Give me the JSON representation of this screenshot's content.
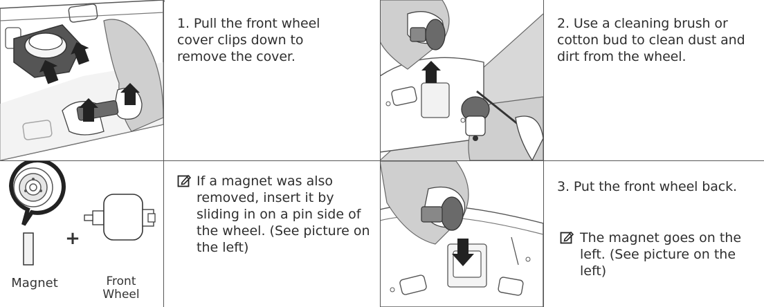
{
  "steps": [
    {
      "number": "1.",
      "text": "Pull the front wheel cover clips down to remove the cover."
    },
    {
      "number": "2.",
      "text": "Use a cleaning brush or cotton bud to clean dust and dirt from the wheel."
    },
    {
      "number": "3.",
      "text": "Put the front wheel back."
    }
  ],
  "notes": [
    {
      "icon": "note-pencil-icon",
      "text": "If a magnet was also removed, insert it by sliding in on a pin side of the wheel. (See picture on the left)"
    },
    {
      "icon": "note-pencil-icon",
      "text": "The magnet goes on the left. (See picture on the left)"
    }
  ],
  "diagram_labels": {
    "magnet": "Magnet",
    "front_wheel_line1": "Front",
    "front_wheel_line2": "Wheel",
    "plus": "+"
  }
}
